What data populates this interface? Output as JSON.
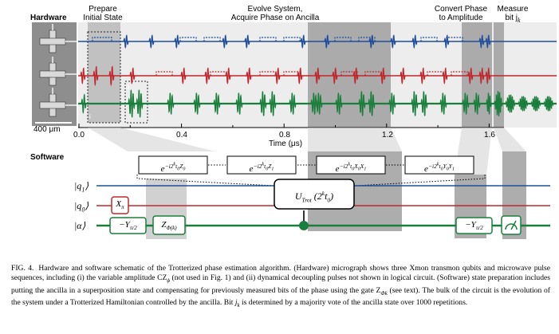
{
  "hardware": {
    "label": "Hardware",
    "scale_bar": "400 μm",
    "stages": [
      {
        "line1": "Prepare",
        "line2": "Initial State"
      },
      {
        "line1": "Evolve System,",
        "line2": "Acquire Phase on Ancilla"
      },
      {
        "line1": "Convert Phase",
        "line2": "to Amplitude"
      },
      {
        "line1": "Measure",
        "line2": "bit j",
        "sub": "k"
      }
    ],
    "markers": [
      "i",
      "ii"
    ],
    "x_ticks": [
      "0.0",
      "0.4",
      "0.8",
      "1.2",
      "1.6"
    ],
    "x_label": "Time (μs)",
    "colors": {
      "q1": "#1f4e9c",
      "q0": "#c0282d",
      "ancilla": "#1a7f3c",
      "shade": "#a9a9a9"
    }
  },
  "software": {
    "label": "Software",
    "qubits": [
      {
        "ket": "|q",
        "sub": "1",
        "close": "⟩"
      },
      {
        "ket": "|q",
        "sub": "0",
        "close": "⟩"
      },
      {
        "ket": "|α",
        "sub": "",
        "close": "⟩"
      }
    ],
    "exp_boxes": [
      {
        "pre": "e",
        "sup": "−i2",
        "supk": "k",
        "supt": "t",
        "sub0": "0",
        "op": "Z",
        "opsub": "0"
      },
      {
        "pre": "e",
        "sup": "−i2",
        "supk": "k",
        "supt": "t",
        "sub0": "0",
        "op": "Z",
        "opsub": "1"
      },
      {
        "pre": "e",
        "sup": "−i2",
        "supk": "k",
        "supt": "t",
        "sub0": "0",
        "op": "X",
        "opsub": "0",
        "op2": "X",
        "op2sub": "1"
      },
      {
        "pre": "e",
        "sup": "−i2",
        "supk": "k",
        "supt": "t",
        "sub0": "0",
        "op": "Y",
        "opsub": "0",
        "op2": "Y",
        "op2sub": "1"
      }
    ],
    "gates": {
      "x_pi": {
        "op": "X",
        "sub": "π"
      },
      "neg_y1": {
        "op": "−Y",
        "sub": "π/2"
      },
      "z_phi": {
        "op": "Z",
        "sub": "Φ(k)"
      },
      "u_trot": {
        "op": "U",
        "sub": "Trot",
        "arg": " (2",
        "argk": "k",
        "argt": "t",
        "arg0": "0",
        "end": ")"
      },
      "neg_y2": {
        "op": "−Y",
        "sub": "π/2"
      }
    }
  },
  "caption": {
    "fig_label": "FIG. 4.",
    "text_a": "Hardware and software schematic of the Trotterized phase estimation algorithm. (Hardware) micrograph shows three Xmon transmon qubits and microwave pulse sequences, including (i) the variable amplitude CZ",
    "text_a_sub": "ϕ",
    "text_b": " (not used in Fig. 1) and (ii) dynamical decoupling pulses not shown in logical circuit. (Software) state preparation includes putting the ancilla in a superposition state and compensating for previously measured bits of the phase using the gate Z",
    "text_b_sub": "Φk",
    "text_c": " (see text). The bulk of the circuit is the evolution of the system under a Trotterized Hamiltonian controlled by the ancilla. Bit ",
    "text_c_var": "j",
    "text_c_sub": "k",
    "text_d": " is determined by a majority vote of the ancilla state over 1000 repetitions."
  }
}
